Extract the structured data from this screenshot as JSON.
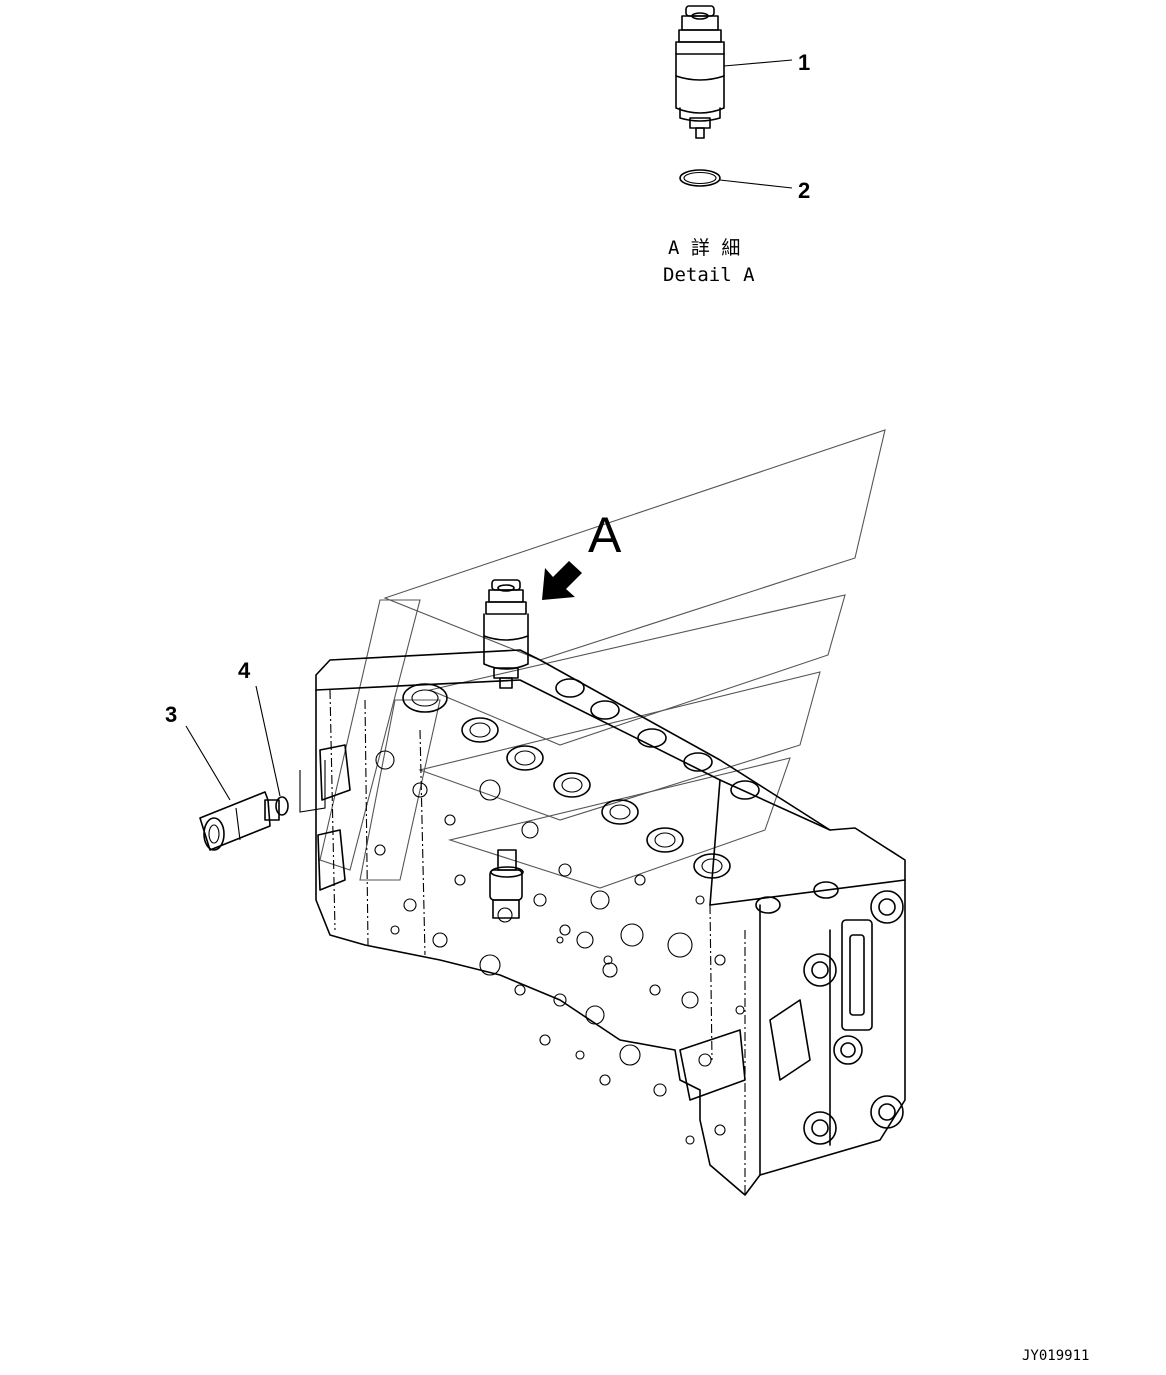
{
  "callouts": {
    "part1": "1",
    "part2": "2",
    "part3": "3",
    "part4": "4"
  },
  "detail": {
    "label_jp": "A 詳 細",
    "label_en": "Detail A",
    "view_letter": "A"
  },
  "drawing_code": "JY019911",
  "icons": {
    "view_arrow": "view-direction-arrow-icon"
  }
}
